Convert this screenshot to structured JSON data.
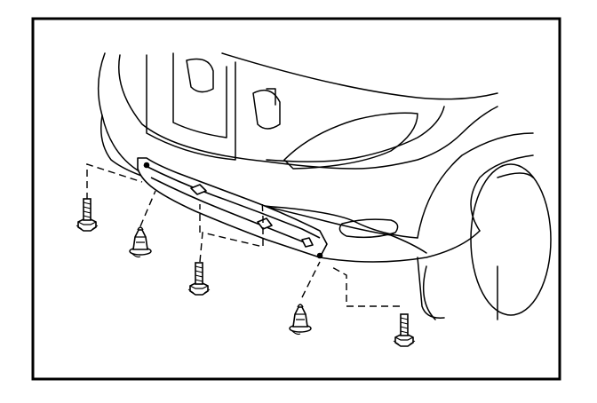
{
  "figure": {
    "kind": "technical line illustration",
    "subject_icon": "front-bumper-undercover-icon",
    "colors": {
      "line": "#000000",
      "background": "#ffffff"
    }
  },
  "parts": {
    "bolts": 3,
    "clips": 2,
    "undercover": 1
  }
}
